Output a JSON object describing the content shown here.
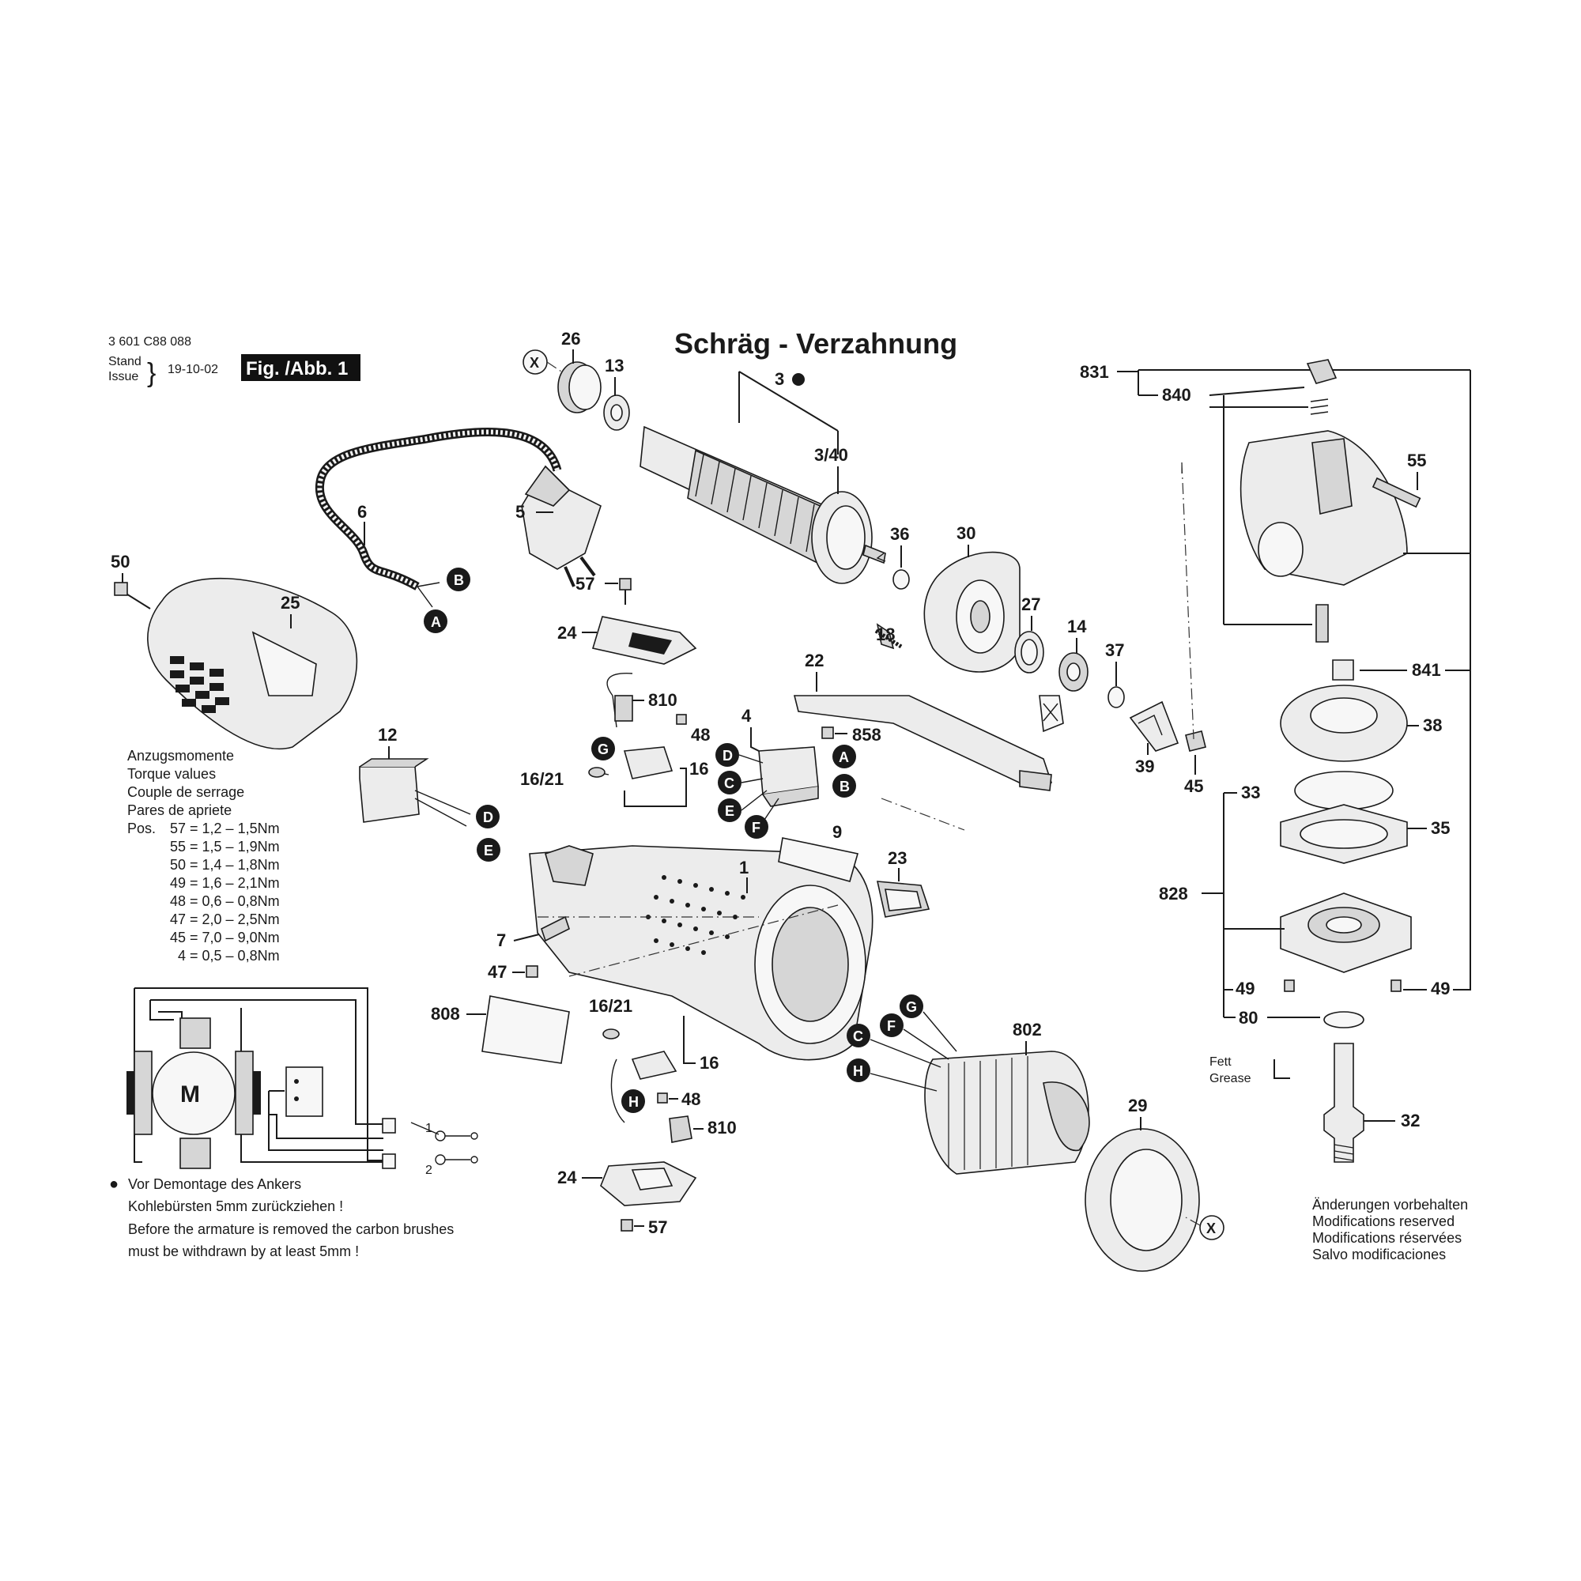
{
  "header": {
    "doc_number": "3 601 C88 088",
    "stand_label": "Stand",
    "issue_label": "Issue",
    "brace": "}",
    "date": "19-10-02",
    "figure_label": "Fig. /Abb. 1"
  },
  "title": "Schräg - Verzahnung",
  "torque": {
    "heading_lines": [
      "Anzugsmomente",
      "Torque values",
      "Couple de serrage",
      "Pares de apriete"
    ],
    "pos_label": "Pos.",
    "rows": [
      "57 = 1,2  –  1,5Nm",
      "55 = 1,5  –  1,9Nm",
      "50 = 1,4  –  1,8Nm",
      "49 = 1,6  –  2,1Nm",
      "48 = 0,6  –  0,8Nm",
      "47 = 2,0  –  2,5Nm",
      "45 = 7,0  –  9,0Nm",
      "4 = 0,5  –  0,8Nm"
    ]
  },
  "armature_note": {
    "bullet": "●",
    "lines": [
      "Vor Demontage des Ankers",
      "Kohlebürsten 5mm zurückziehen !",
      "Before the armature is removed the carbon brushes",
      "must be withdrawn by at least 5mm !"
    ]
  },
  "modifications": [
    "Änderungen vorbehalten",
    "Modifications reserved",
    "Modifications réservées",
    "Salvo modificaciones"
  ],
  "grease": [
    "Fett",
    "Grease"
  ],
  "motor_symbol": "M",
  "switch_contacts": [
    "1",
    "2"
  ],
  "part_numbers": {
    "p26": "26",
    "p13": "13",
    "p3": "3",
    "p3_40": "3/40",
    "p6": "6",
    "p5": "5",
    "p50": "50",
    "p25": "25",
    "p36": "36",
    "p30": "30",
    "p27": "27",
    "p14": "14",
    "p37": "37",
    "p57a": "57",
    "p24a": "24",
    "p18": "18",
    "p22": "22",
    "p810a": "810",
    "p48a": "48",
    "p4": "4",
    "p858": "858",
    "p16_21a": "16/21",
    "p16a": "16",
    "p12": "12",
    "p39": "39",
    "p45": "45",
    "p9": "9",
    "p23": "23",
    "p1": "1",
    "p7": "7",
    "p47": "47",
    "p808": "808",
    "p16_21b": "16/21",
    "p16b": "16",
    "p48b": "48",
    "p810b": "810",
    "p24b": "24",
    "p57b": "57",
    "p802": "802",
    "p29": "29",
    "p831": "831",
    "p840": "840",
    "p55": "55",
    "p841": "841",
    "p38": "38",
    "p33": "33",
    "p35": "35",
    "p828": "828",
    "p49a": "49",
    "p49b": "49",
    "p80": "80",
    "p32": "32"
  },
  "connector_badges": {
    "b_cable_B": "B",
    "b_cable_A": "A",
    "b_12_D": "D",
    "b_12_E": "E",
    "b_G_top": "G",
    "b_4_D": "D",
    "b_4_C": "C",
    "b_4_E": "E",
    "b_4_F": "F",
    "b_4_A": "A",
    "b_4_B": "B",
    "b_H": "H",
    "b_st_G": "G",
    "b_st_F": "F",
    "b_st_C": "C",
    "b_st_H": "H"
  },
  "cross_refs": {
    "x_top": "X",
    "x_bottom": "X"
  }
}
